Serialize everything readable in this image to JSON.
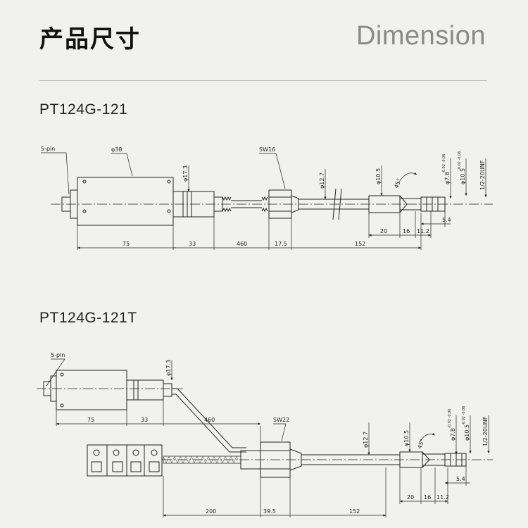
{
  "header": {
    "title_cn": "产品尺寸",
    "title_en": "Dimension"
  },
  "drawing1": {
    "model": "PT124G-121",
    "labels": {
      "pin": "5-pin",
      "body_dia": "φ38",
      "wrench": "SW16",
      "neck_dia": "φ17.3",
      "stem_dia": "φ12.7",
      "tip_dia": "φ10.5",
      "angle": "45°",
      "port_dia_a": "φ7.8",
      "port_dia_a_tol": "-0.02 -0.06",
      "port_dia_b": "φ10.5",
      "port_dia_b_tol": "-0.02 -0.06",
      "thread": "1/2-20UNF"
    },
    "dims": {
      "d75": "75",
      "d33": "33",
      "d460": "460",
      "d17_5": "17.5",
      "d152": "152",
      "d20": "20",
      "d16": "16",
      "d11_2": "11.2",
      "d5_4": "5.4"
    }
  },
  "drawing2": {
    "model": "PT124G-121T",
    "labels": {
      "pin": "5-pin",
      "neck_dia": "φ17.3",
      "wrench": "SW22",
      "stem_dia": "φ12.7",
      "tip_dia": "φ10.5",
      "angle": "45°",
      "port_dia_a": "φ7.8",
      "port_dia_a_tol": "-0.02 -0.06",
      "port_dia_b": "φ10.5",
      "port_dia_b_tol": "-0.02 -0.06",
      "thread": "1/2-20UNF"
    },
    "dims": {
      "d75": "75",
      "d33": "33",
      "d460": "460",
      "d200": "200",
      "d39_5": "39.5",
      "d152": "152",
      "d20": "20",
      "d16": "16",
      "d11_2": "11.2",
      "d5_4": "5.4"
    }
  }
}
